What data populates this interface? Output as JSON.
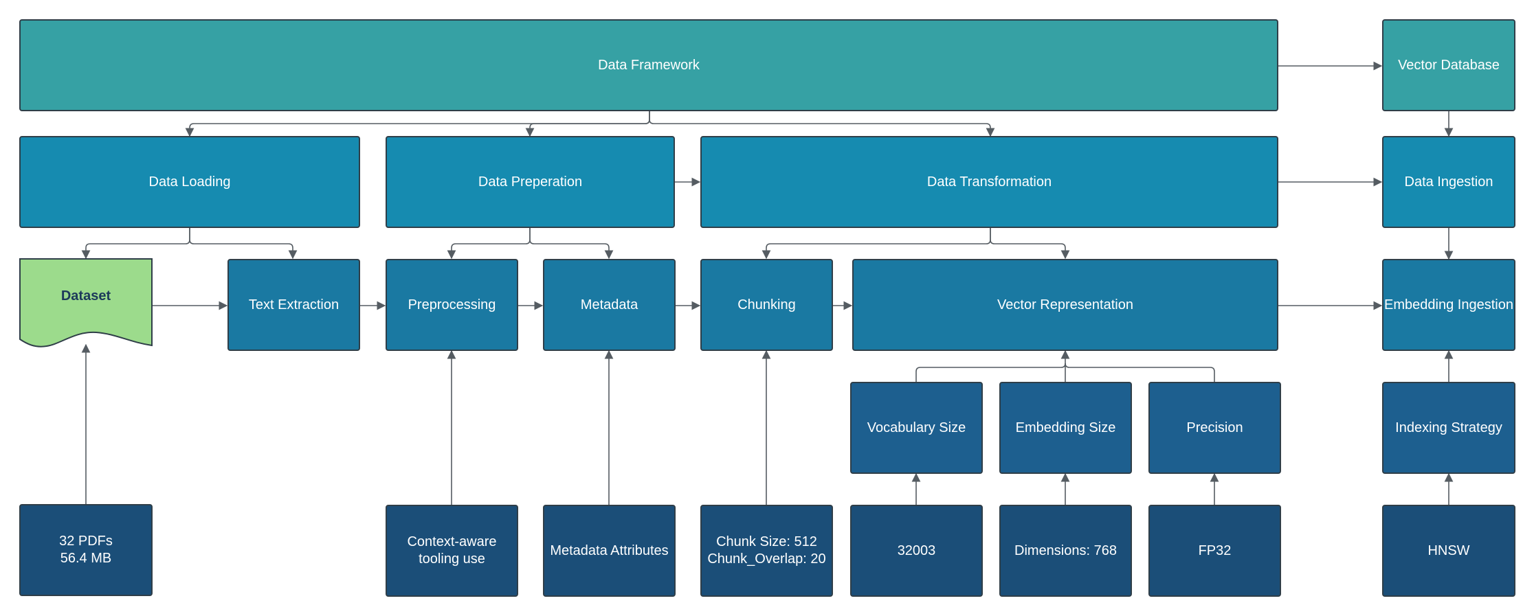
{
  "diagram": {
    "top": {
      "data_framework": "Data Framework",
      "vector_database": "Vector Database"
    },
    "level1": {
      "data_loading": "Data Loading",
      "data_preperation": "Data Preperation",
      "data_transformation": "Data Transformation",
      "data_ingestion": "Data Ingestion"
    },
    "level2": {
      "dataset": "Dataset",
      "text_extraction": "Text Extraction",
      "preprocessing": "Preprocessing",
      "metadata": "Metadata",
      "chunking": "Chunking",
      "vector_representation": "Vector Representation",
      "embedding_ingestion": "Embedding Ingestion"
    },
    "level3": {
      "vocabulary_size": "Vocabulary Size",
      "embedding_size": "Embedding Size",
      "precision": "Precision",
      "indexing_strategy": "Indexing Strategy"
    },
    "level4": {
      "pdfs": "32 PDFs\n56.4 MB",
      "context_aware": "Context-aware\ntooling use",
      "metadata_attributes": "Metadata Attributes",
      "chunk_params": "Chunk Size: 512\nChunk_Overlap: 20",
      "vocab_value": "32003",
      "dimensions": "Dimensions: 768",
      "precision_value": "FP32",
      "hnsw": "HNSW"
    },
    "colors": {
      "top": "#36a1a4",
      "level1": "#168bb0",
      "level2": "#1a79a2",
      "level3": "#1d5f8f",
      "level4": "#1b4e78",
      "dataset_fill": "#9cdb8c",
      "dataset_text": "#1c3a5a",
      "edge": "#555c62"
    }
  }
}
